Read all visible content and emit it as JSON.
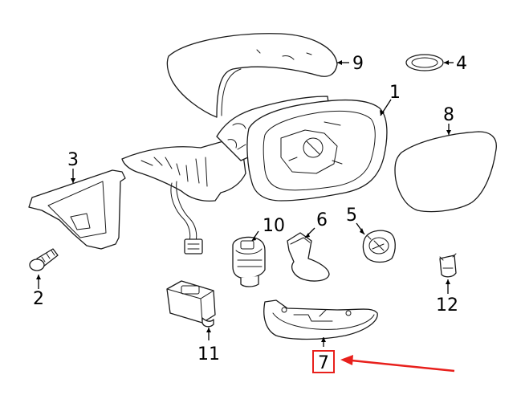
{
  "callouts": {
    "c1": "1",
    "c2": "2",
    "c3": "3",
    "c4": "4",
    "c5": "5",
    "c6": "6",
    "c7": "7",
    "c8": "8",
    "c9": "9",
    "c10": "10",
    "c11": "11",
    "c12": "12"
  },
  "highlight": {
    "callout": "7",
    "color": "#e8201c"
  },
  "part_labels": [
    "1",
    "2",
    "3",
    "4",
    "5",
    "6",
    "7",
    "8",
    "9",
    "10",
    "11",
    "12"
  ]
}
